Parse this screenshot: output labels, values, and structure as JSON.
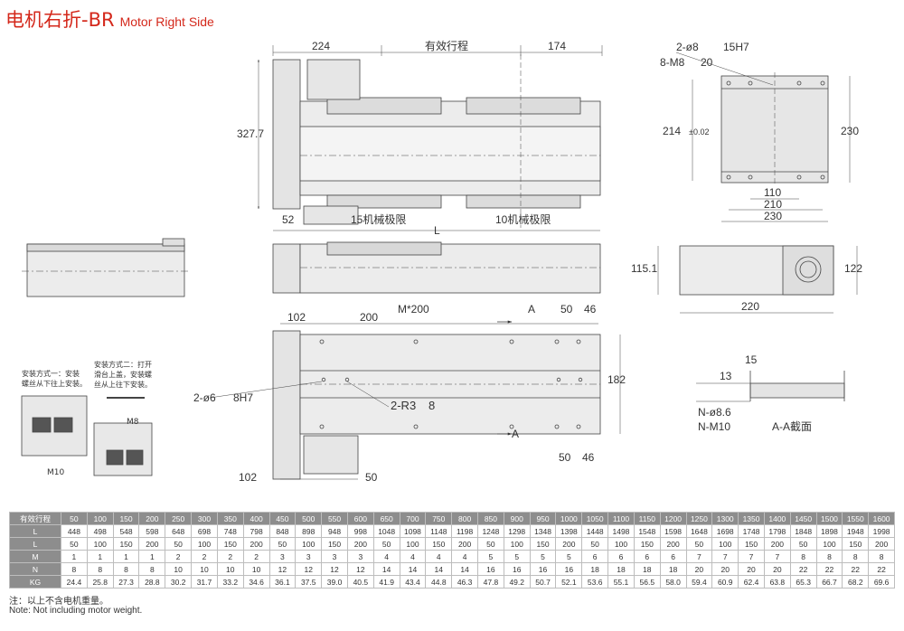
{
  "title": {
    "cn": "电机右折-BR",
    "en": "Motor Right Side"
  },
  "dims": {
    "d224": "224",
    "stroke": "有效行程",
    "d174": "174",
    "d327": "327.7",
    "d52": "52",
    "limit15": "15机械极限",
    "limit10": "10机械极限",
    "L": "L",
    "hole8": "2-ø8",
    "depth15h7": "15H7",
    "tap8m8": "8-M8",
    "depth20": "20",
    "d214": "214",
    "tol002": "±0.02",
    "d230r": "230",
    "d110": "110",
    "d210": "210",
    "d230b": "230",
    "d1151": "115.1",
    "d122": "122",
    "d220": "220",
    "d102t": "102",
    "d200": "200",
    "m200": "M*200",
    "Atop": "A",
    "d50t": "50",
    "d46t": "46",
    "d182": "182",
    "hole6": "2-ø6",
    "depth8h7": "8H7",
    "r3": "2-R3",
    "depth8": "8",
    "Abot": "A",
    "d50b": "50",
    "d46b": "46",
    "d102b": "102",
    "d50m": "50",
    "d15": "15",
    "d13": "13",
    "nphi": "N-ø8.6",
    "nm10": "N-M10",
    "section": "A-A截面"
  },
  "install": {
    "method1": "安装方式一：安装\n螺丝从下往上安装。",
    "method2": "安装方式二：打开\n滑台上盖，安装螺\n丝从上往下安装。",
    "m10": "M10",
    "m8": "M8"
  },
  "table": {
    "header": [
      "有效行程",
      "50",
      "100",
      "150",
      "200",
      "250",
      "300",
      "350",
      "400",
      "450",
      "500",
      "550",
      "600",
      "650",
      "700",
      "750",
      "800",
      "850",
      "900",
      "950",
      "1000",
      "1050",
      "1100",
      "1150",
      "1200",
      "1250",
      "1300",
      "1350",
      "1400",
      "1450",
      "1500",
      "1550",
      "1600"
    ],
    "rows": [
      [
        "L",
        "448",
        "498",
        "548",
        "598",
        "648",
        "698",
        "748",
        "798",
        "848",
        "898",
        "948",
        "998",
        "1048",
        "1098",
        "1148",
        "1198",
        "1248",
        "1298",
        "1348",
        "1398",
        "1448",
        "1498",
        "1548",
        "1598",
        "1648",
        "1698",
        "1748",
        "1798",
        "1848",
        "1898",
        "1948",
        "1998"
      ],
      [
        "L",
        "50",
        "100",
        "150",
        "200",
        "50",
        "100",
        "150",
        "200",
        "50",
        "100",
        "150",
        "200",
        "50",
        "100",
        "150",
        "200",
        "50",
        "100",
        "150",
        "200",
        "50",
        "100",
        "150",
        "200",
        "50",
        "100",
        "150",
        "200",
        "50",
        "100",
        "150",
        "200"
      ],
      [
        "M",
        "1",
        "1",
        "1",
        "1",
        "2",
        "2",
        "2",
        "2",
        "3",
        "3",
        "3",
        "3",
        "4",
        "4",
        "4",
        "4",
        "5",
        "5",
        "5",
        "5",
        "6",
        "6",
        "6",
        "6",
        "7",
        "7",
        "7",
        "7",
        "8",
        "8",
        "8",
        "8"
      ],
      [
        "N",
        "8",
        "8",
        "8",
        "8",
        "10",
        "10",
        "10",
        "10",
        "12",
        "12",
        "12",
        "12",
        "14",
        "14",
        "14",
        "14",
        "16",
        "16",
        "16",
        "16",
        "18",
        "18",
        "18",
        "18",
        "20",
        "20",
        "20",
        "20",
        "22",
        "22",
        "22",
        "22"
      ],
      [
        "KG",
        "24.4",
        "25.8",
        "27.3",
        "28.8",
        "30.2",
        "31.7",
        "33.2",
        "34.6",
        "36.1",
        "37.5",
        "39.0",
        "40.5",
        "41.9",
        "43.4",
        "44.8",
        "46.3",
        "47.8",
        "49.2",
        "50.7",
        "52.1",
        "53.6",
        "55.1",
        "56.5",
        "58.0",
        "59.4",
        "60.9",
        "62.4",
        "63.8",
        "65.3",
        "66.7",
        "68.2",
        "69.6"
      ]
    ]
  },
  "notes": {
    "cn": "注：以上不含电机重量。",
    "en": "Note: Not including motor weight."
  }
}
